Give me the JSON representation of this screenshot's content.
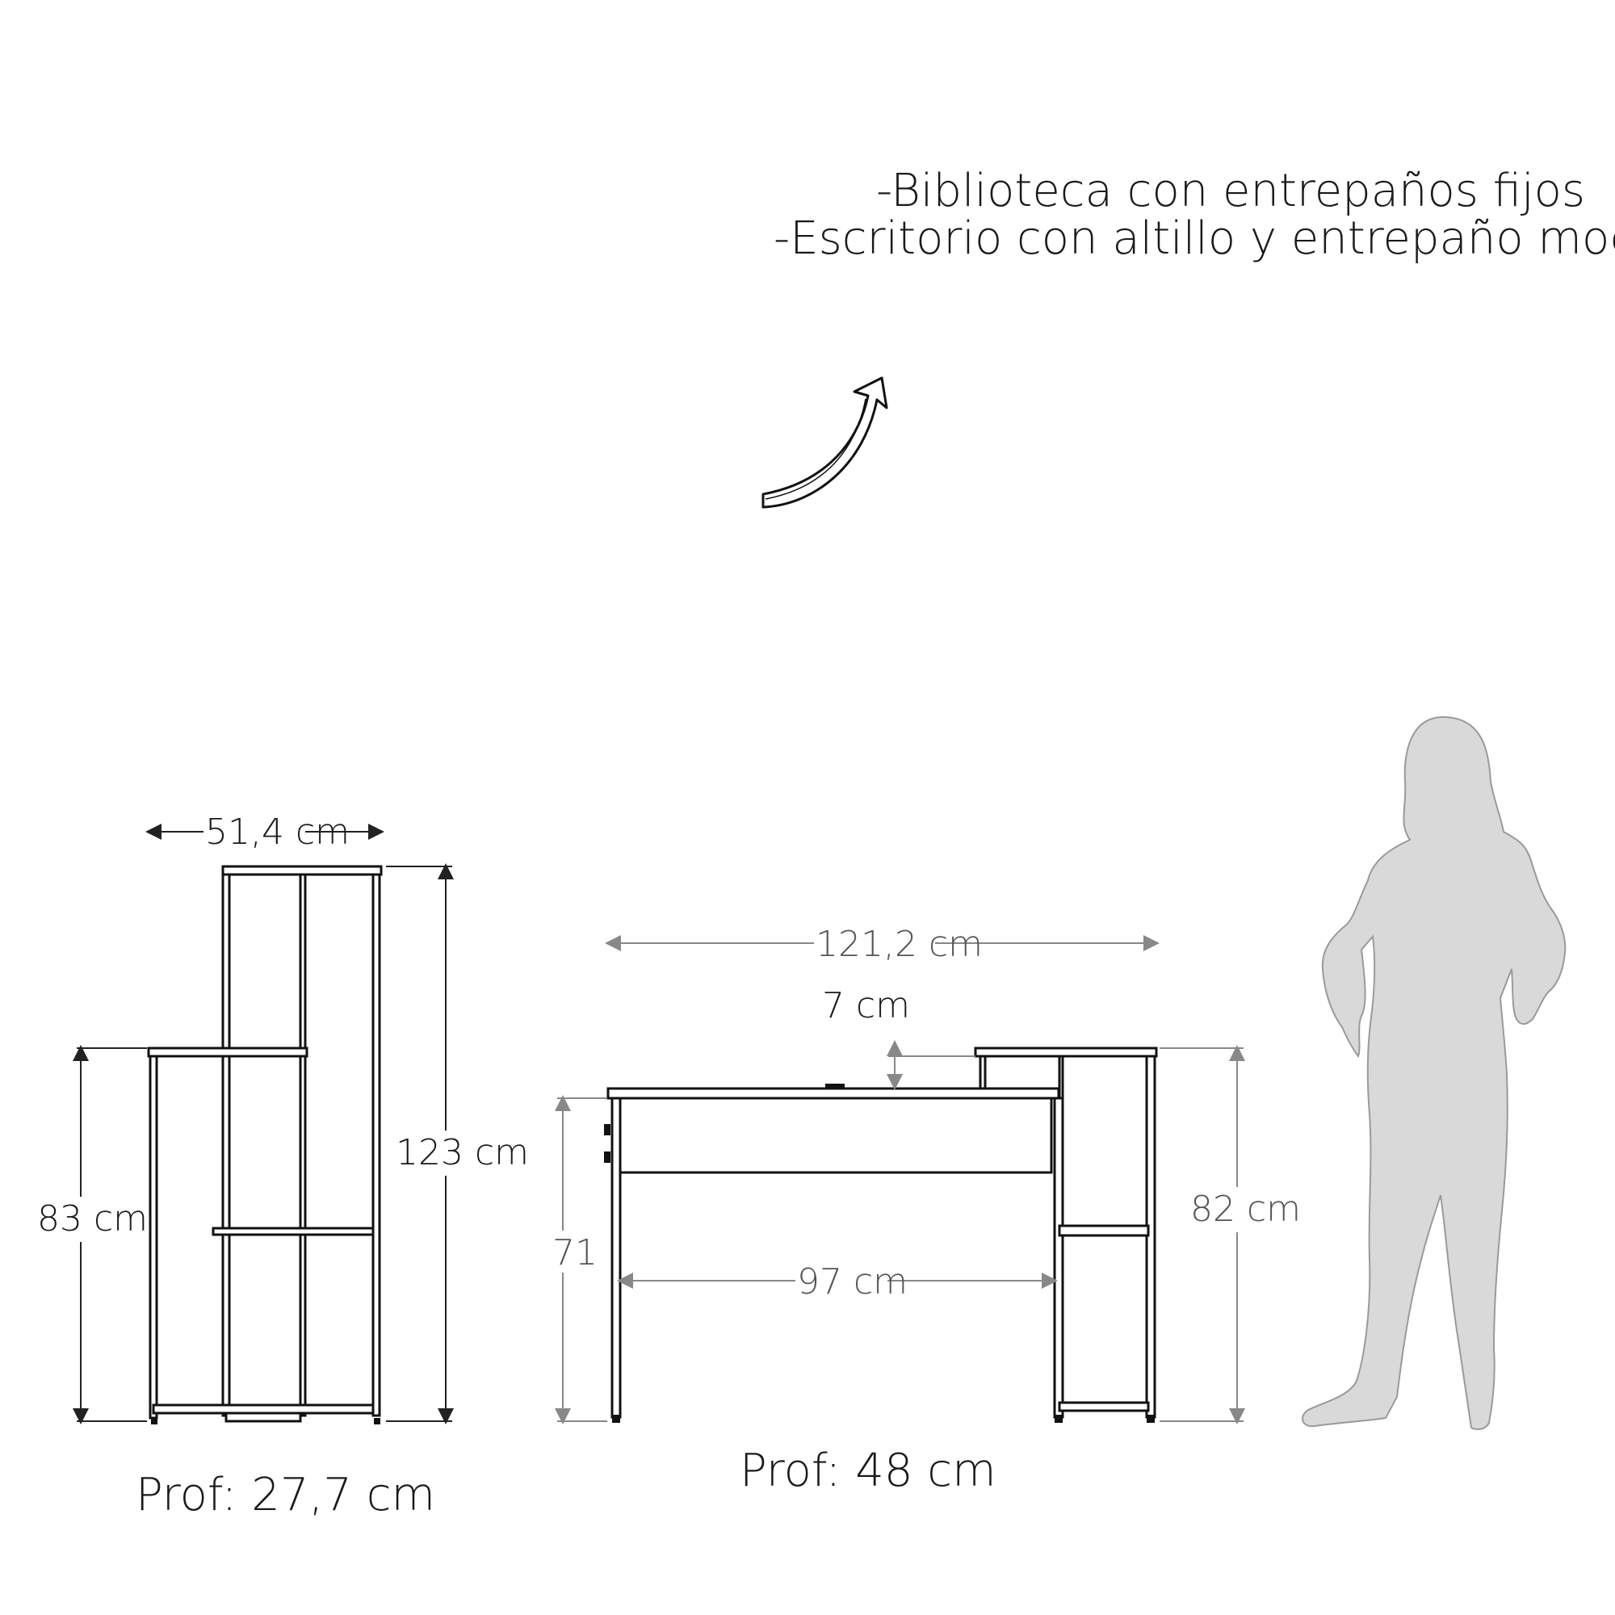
{
  "description_lines": [
    "-Biblioteca con entrepaños fijos",
    "-Escritorio con altillo y entrepaño modular"
  ],
  "bookcase": {
    "width_label": "51,4 cm",
    "height_label": "123 cm",
    "lower_height_label": "83 cm",
    "depth_label": "Prof: 27,7 cm"
  },
  "desk": {
    "width_label": "121,2 cm",
    "riser_label": "7 cm",
    "height_label": "71",
    "inner_width_label": "97 cm",
    "side_height_label": "82 cm",
    "depth_label": "Prof: 48 cm"
  },
  "colors": {
    "line": "#111111",
    "dimension_grey": "#888888",
    "silhouette": "#d9d9d9",
    "silhouette_outline": "#9a9a9a"
  },
  "icons": [
    "curved-arrow-icon",
    "person-silhouette-icon"
  ]
}
